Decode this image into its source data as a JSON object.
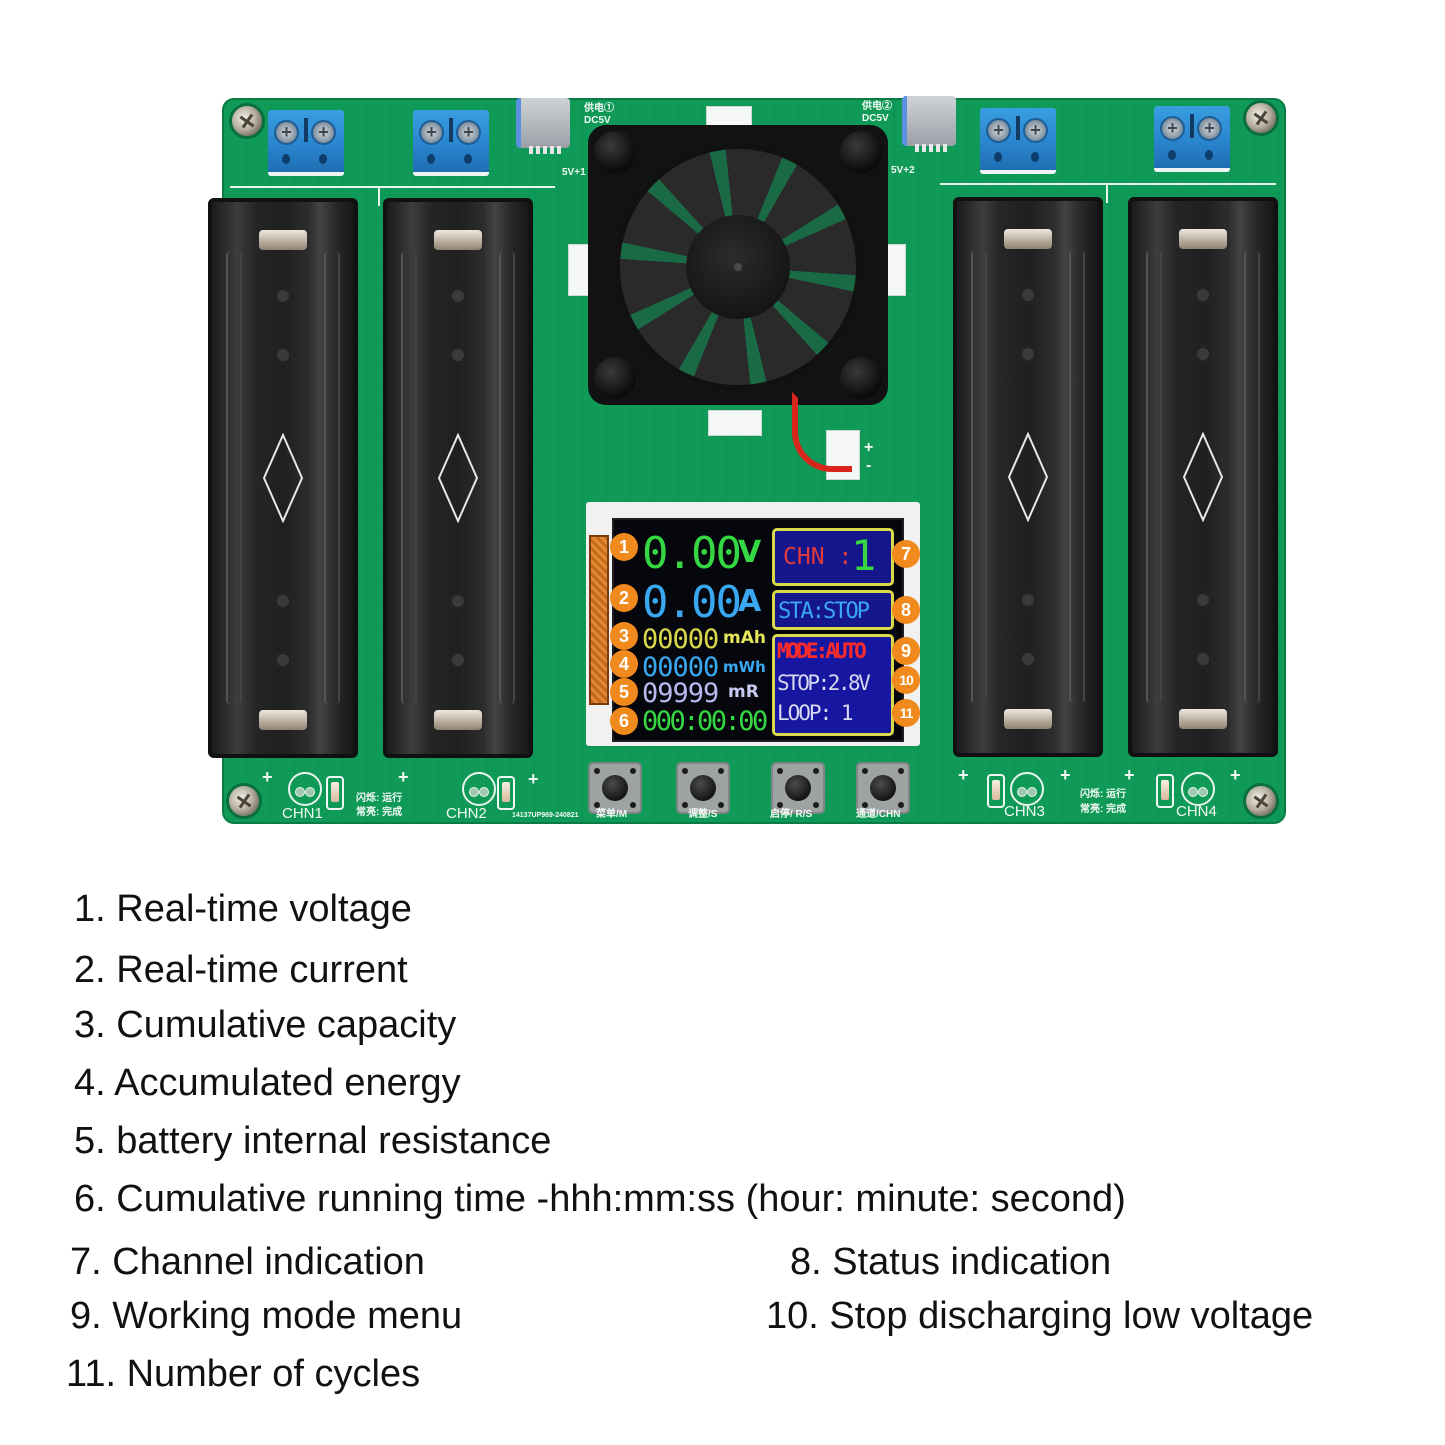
{
  "board": {
    "power_inputs": [
      {
        "label_cn": "供电①",
        "label": "DC5V",
        "pad_label": "5V+1"
      },
      {
        "label_cn": "供电②",
        "label": "DC5V",
        "pad_label": "5V+2"
      }
    ],
    "channels": [
      "CHN1",
      "CHN2",
      "CHN3",
      "CHN4"
    ],
    "led_legend": {
      "blink": "闪烁: 运行",
      "steady": "常亮: 完成"
    },
    "part_number": "14137UP969-240821",
    "buttons": [
      {
        "label": "菜单/M"
      },
      {
        "label": "调整/S"
      },
      {
        "label": "启停/ R/S"
      },
      {
        "label": "通道/CHN"
      }
    ],
    "polarity_plus": "+",
    "polarity_minus": "-"
  },
  "lcd": {
    "voltage": {
      "value": "0.00",
      "unit": "V",
      "color": "#35d843"
    },
    "current": {
      "value": "0.00",
      "unit": "A",
      "color": "#3aa8f0"
    },
    "capacity": {
      "value": "00000",
      "unit": "mAh",
      "color": "#d8d84a"
    },
    "energy": {
      "value": "00000",
      "unit": "mWh",
      "color": "#3aa8f0"
    },
    "resistance": {
      "value": "09999",
      "unit": "mR",
      "color": "#b8b8f0"
    },
    "time": {
      "value": "000:00:00",
      "color": "#35d843"
    },
    "channel": {
      "label": "CHN :",
      "value": "1",
      "label_color": "#e03a3a",
      "value_color": "#35d843"
    },
    "status": {
      "text": "STA:STOP",
      "color": "#3aa8f0"
    },
    "mode": {
      "text": "MODE:AUTO",
      "color": "#ff2a2a"
    },
    "stop_voltage": {
      "text": "STOP:2.8V",
      "color": "#d8d8f0"
    },
    "loop": {
      "text": "LOOP: 1",
      "color": "#d8d8f0"
    },
    "box_border_color": "#d9d94a",
    "box_fill_color": "#14148a"
  },
  "markers": [
    "1",
    "2",
    "3",
    "4",
    "5",
    "6",
    "7",
    "8",
    "9",
    "10",
    "11"
  ],
  "marker_color": "#f08a1c",
  "legend": [
    "1. Real-time voltage",
    "2. Real-time current",
    "3. Cumulative capacity",
    "4. Accumulated energy",
    "5. battery internal resistance",
    "6. Cumulative running time -hhh:mm:ss (hour: minute: second)",
    "7. Channel indication",
    "8. Status indication",
    "9. Working mode menu",
    "10. Stop discharging low voltage",
    "11. Number of cycles"
  ]
}
